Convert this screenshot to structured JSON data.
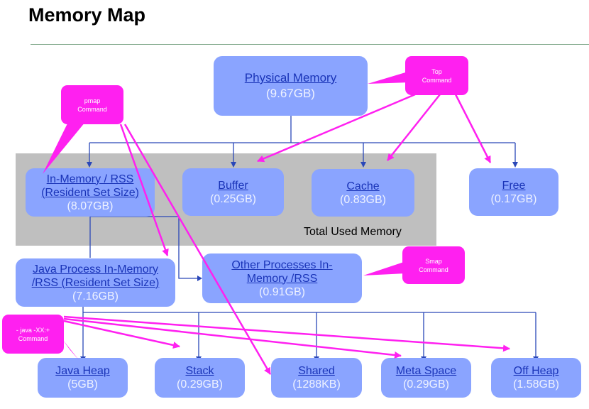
{
  "title": "Memory Map",
  "group_label": "Total Used Memory",
  "nodes": {
    "physical": {
      "label": "Physical Memory",
      "value": "(9.67GB)"
    },
    "rss": {
      "label_line1": "In-Memory / RSS",
      "label_line2": "(Resident Set Size)",
      "value": "(8.07GB)"
    },
    "buffer": {
      "label": "Buffer",
      "value": "(0.25GB)"
    },
    "cache": {
      "label": "Cache",
      "value": "(0.83GB)"
    },
    "free": {
      "label": "Free",
      "value": "(0.17GB)"
    },
    "java_rss": {
      "label_line1": "Java Process In-Memory",
      "label_line2": "/RSS (Resident Set Size)",
      "value": "(7.16GB)"
    },
    "other_rss": {
      "label_line1": "Other Processes In-",
      "label_line2": "Memory /RSS",
      "value": "(0.91GB)"
    },
    "java_heap": {
      "label": "Java Heap",
      "value": "(5GB)"
    },
    "stack": {
      "label": "Stack",
      "value": "(0.29GB)"
    },
    "shared": {
      "label": "Shared",
      "value": "(1288KB)"
    },
    "meta_space": {
      "label": "Meta Space",
      "value": "(0.29GB)"
    },
    "off_heap": {
      "label": "Off Heap",
      "value": "(1.58GB)"
    }
  },
  "callouts": {
    "top": {
      "line1": "Top",
      "line2": "Command"
    },
    "pmap": {
      "line1": "pmap",
      "line2": "Command"
    },
    "smap": {
      "line1": "Smap",
      "line2": "Command"
    },
    "java": {
      "line1": "- java -XX:+",
      "line2": "Command"
    }
  },
  "colors": {
    "node_fill": "#8aa4ff",
    "node_link": "#1a34b8",
    "callout": "#ff20f0",
    "connector": "#2a47b8",
    "group_bg": "#bfbfbf"
  }
}
